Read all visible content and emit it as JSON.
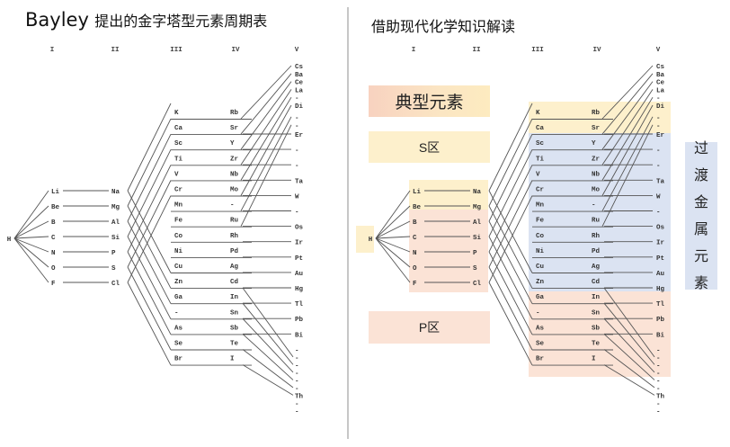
{
  "left_panel": {
    "title_latin": "Bayley",
    "title_cjk": "提出的金字塔型元素周期表"
  },
  "right_panel": {
    "title": "借助现代化学知识解读",
    "labels": {
      "typical": "典型元素",
      "s_block": "S区",
      "p_block": "P区",
      "transition": [
        "过",
        "渡",
        "金",
        "属",
        "元",
        "素"
      ]
    },
    "colors": {
      "s_block": "#fdf0cc",
      "p_block": "#fbe3d6",
      "transition": "#dbe3f2"
    }
  },
  "table": {
    "columns": [
      "I",
      "II",
      "III",
      "IV",
      "V"
    ],
    "col1": [
      "H"
    ],
    "col2": [
      "Li",
      "Be",
      "B",
      "C",
      "N",
      "O",
      "F"
    ],
    "col3": [
      "Na",
      "Mg",
      "Al",
      "Si",
      "P",
      "S",
      "Cl"
    ],
    "col4": [
      "K",
      "Ca",
      "Sc",
      "Ti",
      "V",
      "Cr",
      "Mn",
      "Fe",
      "Co",
      "Ni",
      "Cu",
      "Zn",
      "Ga",
      "-",
      "As",
      "Se",
      "Br"
    ],
    "col5": [
      "Rb",
      "Sr",
      "Y",
      "Zr",
      "Nb",
      "Mo",
      "-",
      "Ru",
      "Rh",
      "Pd",
      "Ag",
      "Cd",
      "In",
      "Sn",
      "Sb",
      "Te",
      "I"
    ],
    "col6": [
      "Cs",
      "Ba",
      "Ce",
      "La",
      "-",
      "Di",
      "-",
      "-",
      "Er",
      "-",
      "-",
      "Ta",
      "W",
      "-",
      "Os",
      "Ir",
      "Pt",
      "Au",
      "Hg",
      "Tl",
      "Pb",
      "Bi",
      "-",
      "-",
      "-",
      "-",
      "-",
      "-",
      "Th",
      "-",
      "-"
    ]
  }
}
